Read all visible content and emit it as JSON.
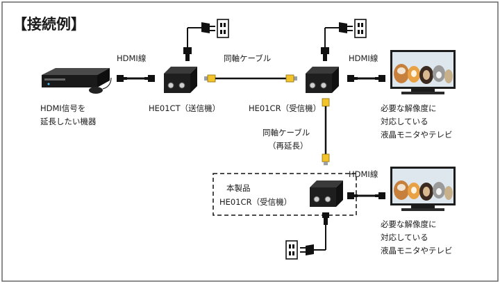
{
  "title": "【接続例】",
  "labels": {
    "hdmi_1": "HDMI線",
    "hdmi_2": "HDMI線",
    "hdmi_3": "HDMI線",
    "coax_top": "同軸ケーブル",
    "coax_mid_1": "同軸ケーブル",
    "coax_mid_2": "（再延長）",
    "source_1": "HDMI信号を",
    "source_2": "延長したい機器",
    "transmitter": "HE01CT（送信機）",
    "receiver_1": "HE01CR（受信機）",
    "this_product_1": "本製品",
    "this_product_2": "HE01CR（受信機）",
    "tv1_1": "必要な解像度に",
    "tv1_2": "対応している",
    "tv1_3": "液晶モニタやテレビ",
    "tv2_1": "必要な解像度に",
    "tv2_2": "対応している",
    "tv2_3": "液晶モニタやテレビ"
  },
  "colors": {
    "coax_yellow": "#f2c32b",
    "device_dark": "#222222",
    "frame": "#666666"
  },
  "icons": [
    "dvr-recorder-icon",
    "mouse-icon",
    "hdmi-plug-icon",
    "transmitter-box-icon",
    "receiver-box-icon",
    "ac-adapter-icon",
    "wall-outlet-icon",
    "tv-with-pets-icon",
    "bnc-connector-icon"
  ]
}
